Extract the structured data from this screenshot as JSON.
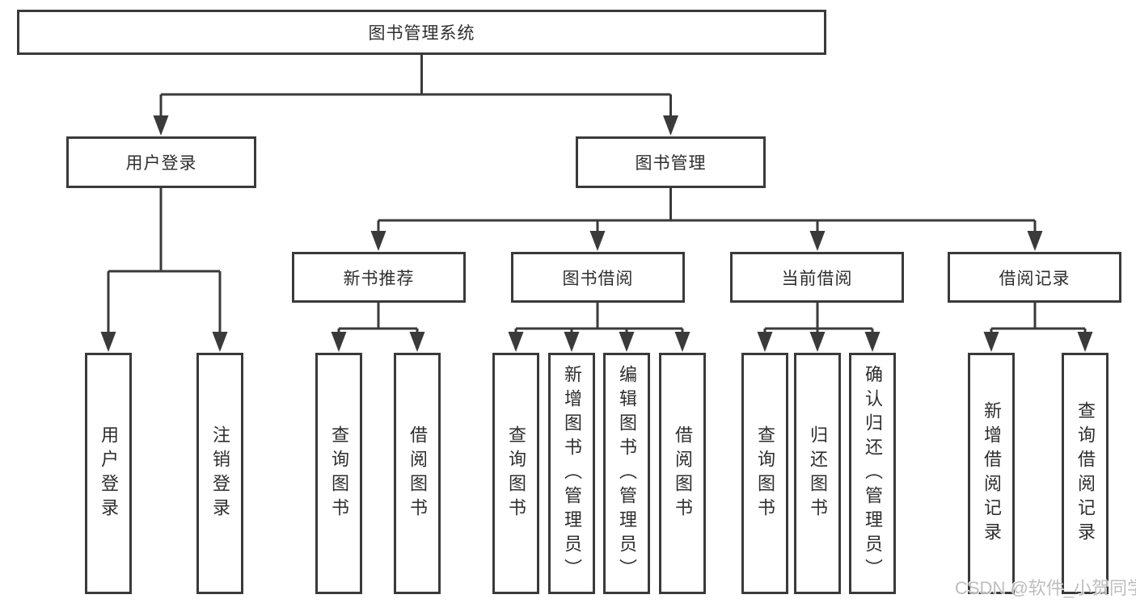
{
  "tree": {
    "root": {
      "label": "图书管理系统"
    },
    "branches": [
      {
        "label": "用户登录",
        "children": [
          {
            "label": "用户登录"
          },
          {
            "label": "注销登录"
          }
        ]
      },
      {
        "label": "图书管理",
        "children": [
          {
            "label": "新书推荐",
            "children": [
              {
                "label": "查询图书"
              },
              {
                "label": "借阅图书"
              }
            ]
          },
          {
            "label": "图书借阅",
            "children": [
              {
                "label": "查询图书"
              },
              {
                "label": "新增图书（管理员）"
              },
              {
                "label": "编辑图书（管理员）"
              },
              {
                "label": "借阅图书"
              }
            ]
          },
          {
            "label": "当前借阅",
            "children": [
              {
                "label": "查询图书"
              },
              {
                "label": "归还图书"
              },
              {
                "label": "确认归还（管理员）"
              }
            ]
          },
          {
            "label": "借阅记录",
            "children": [
              {
                "label": "新增借阅记录"
              },
              {
                "label": "查询借阅记录"
              }
            ]
          }
        ]
      }
    ]
  },
  "watermark": "CSDN @软件_小贺同学",
  "colors": {
    "line": "#3a3a3a",
    "box_border": "#3a3a3a",
    "box_fill": "#ffffff",
    "text": "#2e2e2e",
    "watermark": "#b8b8b8"
  }
}
